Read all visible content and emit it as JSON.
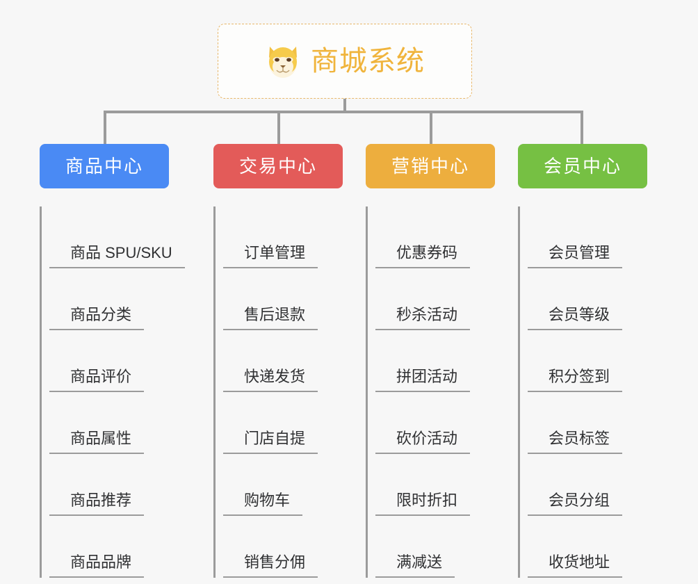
{
  "root": {
    "icon": "shiba-inu-dog-face-emoji",
    "title": "商城系统"
  },
  "colors": {
    "background": "#f7f7f7",
    "root_border": "#e8b76a",
    "root_title": "#f0b43c",
    "connector": "#9b9b9b",
    "leaf_text": "#303133",
    "category_blue": "#4a8af4",
    "category_red": "#e35b59",
    "category_orange": "#edae3e",
    "category_green": "#76c043"
  },
  "categories": [
    {
      "label": "商品中心",
      "color": "#4a8af4",
      "items": [
        {
          "label": "商品 SPU/SKU"
        },
        {
          "label": "商品分类"
        },
        {
          "label": "商品评价"
        },
        {
          "label": "商品属性"
        },
        {
          "label": "商品推荐"
        },
        {
          "label": "商品品牌"
        }
      ]
    },
    {
      "label": "交易中心",
      "color": "#e35b59",
      "items": [
        {
          "label": "订单管理"
        },
        {
          "label": "售后退款"
        },
        {
          "label": "快递发货"
        },
        {
          "label": "门店自提"
        },
        {
          "label": "购物车"
        },
        {
          "label": "销售分佣"
        }
      ]
    },
    {
      "label": "营销中心",
      "color": "#edae3e",
      "items": [
        {
          "label": "优惠券码"
        },
        {
          "label": "秒杀活动"
        },
        {
          "label": "拼团活动"
        },
        {
          "label": "砍价活动"
        },
        {
          "label": "限时折扣"
        },
        {
          "label": "满减送"
        }
      ]
    },
    {
      "label": "会员中心",
      "color": "#76c043",
      "items": [
        {
          "label": "会员管理"
        },
        {
          "label": "会员等级"
        },
        {
          "label": "积分签到"
        },
        {
          "label": "会员标签"
        },
        {
          "label": "会员分组"
        },
        {
          "label": "收货地址"
        }
      ]
    }
  ]
}
